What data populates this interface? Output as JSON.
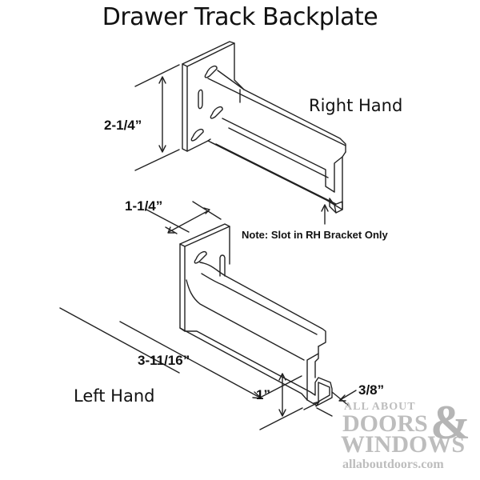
{
  "title": "Drawer Track Backplate",
  "labels": {
    "right_hand": "Right Hand",
    "left_hand": "Left Hand",
    "note": "Note: Slot in RH Bracket Only"
  },
  "dimensions": {
    "height": "2-1/4”",
    "width": "1-1/4”",
    "length": "3-11/16”",
    "channel_height": "1”",
    "channel_width": "3/8”"
  },
  "watermark": {
    "line1": "ALL ABOUT",
    "line2": "DOORS",
    "ampersand": "&",
    "line3": "WINDOWS",
    "url": "allaboutdoors.com"
  },
  "colors": {
    "line": "#222222",
    "watermark": "#bdbdbd"
  }
}
